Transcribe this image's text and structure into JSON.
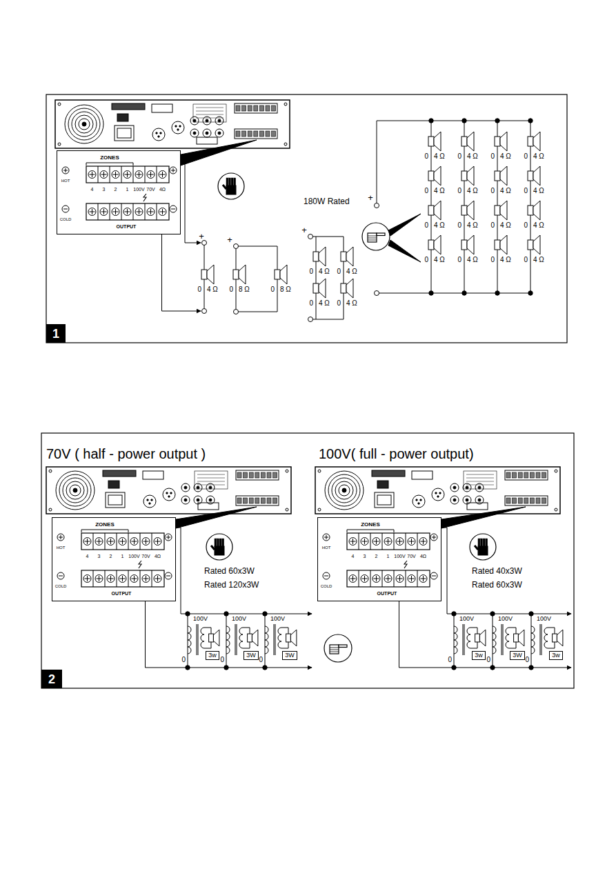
{
  "diagram": {
    "nodes": [
      {
        "text": [
          "ZONES",
          "HOT",
          "4",
          "3",
          "2",
          "1",
          "100V",
          "70V",
          "4Ω",
          "COLD",
          "OUTPUT"
        ]
      },
      {
        "text": [
          "1"
        ]
      },
      {
        "text": [
          "ZONES",
          "HOT",
          "4",
          "3",
          "2",
          "1",
          "100V",
          "70V",
          "4Ω",
          "COLD",
          "OUTPUT"
        ]
      },
      {
        "text": [
          "ZONES",
          "HOT",
          "4",
          "3",
          "2",
          "1",
          "100V",
          "70V",
          "4Ω",
          "COLD",
          "OUTPUT"
        ]
      },
      {
        "text": [
          "3w"
        ]
      },
      {
        "text": [
          "3W"
        ]
      },
      {
        "text": [
          "3W"
        ]
      },
      {
        "text": [
          "3w"
        ]
      },
      {
        "text": [
          "3W"
        ]
      },
      {
        "text": [
          "3w"
        ]
      },
      {
        "text": [
          "2"
        ]
      }
    ],
    "labels": [
      "180W Rated",
      "+",
      "0",
      "4 Ω",
      "+",
      "0",
      "8 Ω",
      "0",
      "8 Ω",
      "+",
      "0",
      "4 Ω",
      "0",
      "4 Ω",
      "0",
      "4 Ω",
      "0",
      "4 Ω",
      "+",
      "0",
      "4 Ω",
      "0",
      "4 Ω",
      "0",
      "4 Ω",
      "0",
      "4 Ω",
      "0",
      "4 Ω",
      "0",
      "4 Ω",
      "0",
      "4 Ω",
      "0",
      "4 Ω",
      "0",
      "4 Ω",
      "0",
      "4 Ω",
      "0",
      "4 Ω",
      "0",
      "4 Ω",
      "0",
      "4 Ω",
      "0",
      "4 Ω",
      "0",
      "4 Ω",
      "0",
      "4 Ω",
      "70V ( half - power output )",
      "100V( full - power output)",
      "Rated 60x3W",
      "Rated 120x3W",
      "Rated 40x3W",
      "Rated 60x3W",
      "100V",
      "0",
      "100V",
      "0",
      "100V",
      "0",
      "100V",
      "0",
      "100V",
      "0",
      "100V",
      "0"
    ]
  }
}
